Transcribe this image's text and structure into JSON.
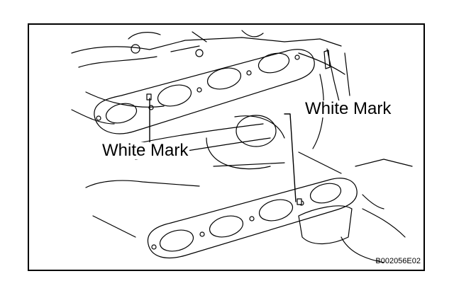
{
  "callouts": {
    "left_label": "White Mark",
    "right_label": "White Mark"
  },
  "figure_code": "B002056E02",
  "colors": {
    "line": "#000000",
    "background": "#ffffff"
  }
}
